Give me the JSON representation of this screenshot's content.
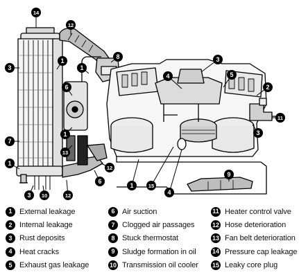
{
  "legend": [
    {
      "num": "1",
      "text": "External leakage"
    },
    {
      "num": "2",
      "text": "Internal leakage"
    },
    {
      "num": "3",
      "text": "Rust deposits"
    },
    {
      "num": "4",
      "text": "Heat cracks"
    },
    {
      "num": "5",
      "text": "Exhaust gas leakage"
    },
    {
      "num": "6",
      "text": "Air suction"
    },
    {
      "num": "7",
      "text": "Clogged air passages"
    },
    {
      "num": "8",
      "text": "Stuck thermostat"
    },
    {
      "num": "9",
      "text": "Sludge formation in oil"
    },
    {
      "num": "10",
      "text": "Transmission oil cooler"
    },
    {
      "num": "11",
      "text": "Heater control valve"
    },
    {
      "num": "12",
      "text": "Hose deterioration"
    },
    {
      "num": "13",
      "text": "Fan belt deterioration"
    },
    {
      "num": "14",
      "text": "Pressure cap leakage"
    },
    {
      "num": "15",
      "text": "Leaky core plug"
    }
  ],
  "callouts": [
    {
      "num": "14"
    },
    {
      "num": "12"
    },
    {
      "num": "1"
    },
    {
      "num": "3"
    },
    {
      "num": "8"
    },
    {
      "num": "1"
    },
    {
      "num": "6"
    },
    {
      "num": "3"
    },
    {
      "num": "4"
    },
    {
      "num": "5"
    },
    {
      "num": "2"
    },
    {
      "num": "7"
    },
    {
      "num": "1"
    },
    {
      "num": "13"
    },
    {
      "num": "11"
    },
    {
      "num": "3"
    },
    {
      "num": "1"
    },
    {
      "num": "3"
    },
    {
      "num": "10"
    },
    {
      "num": "12"
    },
    {
      "num": "12"
    },
    {
      "num": "6"
    },
    {
      "num": "1"
    },
    {
      "num": "15"
    },
    {
      "num": "4"
    },
    {
      "num": "9"
    }
  ]
}
